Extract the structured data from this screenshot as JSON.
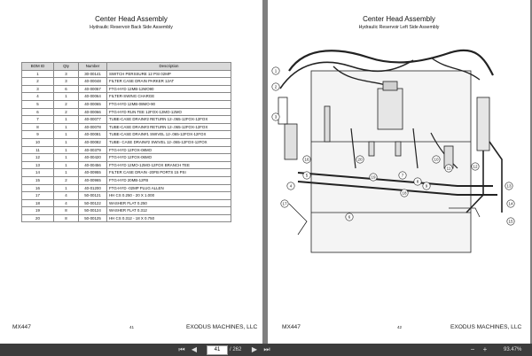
{
  "left_page": {
    "title": "Center Head Assembly",
    "subtitle": "Hydraulic Reservoir Back Side Assembly",
    "table": {
      "headers": [
        "BOM ID",
        "Qty",
        "Number",
        "Description"
      ],
      "rows": [
        [
          "1",
          "3",
          "30-00141",
          "SWITCH PERSSURE 12 PSI 02MP"
        ],
        [
          "2",
          "3",
          "40-00048",
          "FILTER CASE DRAIN PARKER 12AT"
        ],
        [
          "3",
          "6",
          "40-00057",
          "FTG-HYD 12MB-12MO90"
        ],
        [
          "4",
          "1",
          "40-00064",
          "FILTER-SWING CHARGE"
        ],
        [
          "5",
          "2",
          "40-00065",
          "FTG-HYD 12MB-08MO-90"
        ],
        [
          "6",
          "2",
          "40-00066",
          "FTG-HYD RUN TEE 12FOX-12MO-12MO"
        ],
        [
          "7",
          "1",
          "40-00077",
          "TUBE-CASE DRAIN#2 RETURN 12-.065-12FOX-12FOX"
        ],
        [
          "8",
          "1",
          "40-00078",
          "TUBE-CASE DRAIN#3 RETURN 12-.065-12FOX-12FOX"
        ],
        [
          "9",
          "1",
          "40-00081",
          "TUBE-CASE DRAIN#1 SWIVEL 12-.065-12FOX-12FOX"
        ],
        [
          "10",
          "1",
          "40-00082",
          "TUBE- CASE DRAIN#2 SWIVEL 12-.065-12FOX-12FOX"
        ],
        [
          "11",
          "1",
          "40-00379",
          "FTG-HYD 12FOX-08MO"
        ],
        [
          "12",
          "1",
          "40-00420",
          "FTG-HYD 12FOX-06MO"
        ],
        [
          "13",
          "1",
          "40-00456",
          "FTG-HYD 12MO-12MO-12FOX BRANCH TEE"
        ],
        [
          "14",
          "1",
          "40-00955",
          "FILTER CASE DRAIN -20FB PORTS 15 PSI"
        ],
        [
          "15",
          "2",
          "40-00965",
          "FTG-HYD 20MB-12FB"
        ],
        [
          "16",
          "1",
          "40-01200",
          "FTG-HYD -02MP PLUG ALLEN"
        ],
        [
          "17",
          "4",
          "50-00121",
          "HH CS 0.250 - 20 X 1.000"
        ],
        [
          "18",
          "4",
          "50-00122",
          "WASHER FLAT 0.250"
        ],
        [
          "19",
          "8",
          "50-00124",
          "WASHER FLAT 0.312"
        ],
        [
          "20",
          "8",
          "50-00125",
          "HH CS 0.312 - 18 X 0.750"
        ]
      ]
    },
    "footer": {
      "model": "MX447",
      "page": "41",
      "brand": "EXODUS MACHINES, LLC"
    }
  },
  "right_page": {
    "title": "Center Head Assembly",
    "subtitle": "Hydraulic Reservoir Left Side Assembly",
    "callouts": [
      "1",
      "2",
      "3",
      "4",
      "5",
      "6",
      "7",
      "8",
      "9",
      "10",
      "11",
      "12",
      "13",
      "14",
      "15",
      "16",
      "17",
      "18",
      "19",
      "20"
    ],
    "footer": {
      "model": "MX447",
      "page": "42",
      "brand": "EXODUS MACHINES, LLC"
    }
  },
  "toolbar": {
    "current_page": "41",
    "total_pages": "/ 262",
    "zoom": "93.47%",
    "icons": [
      "first-page-icon",
      "prev-page-icon",
      "next-page-icon",
      "last-page-icon",
      "zoom-out-icon",
      "zoom-in-icon"
    ]
  }
}
